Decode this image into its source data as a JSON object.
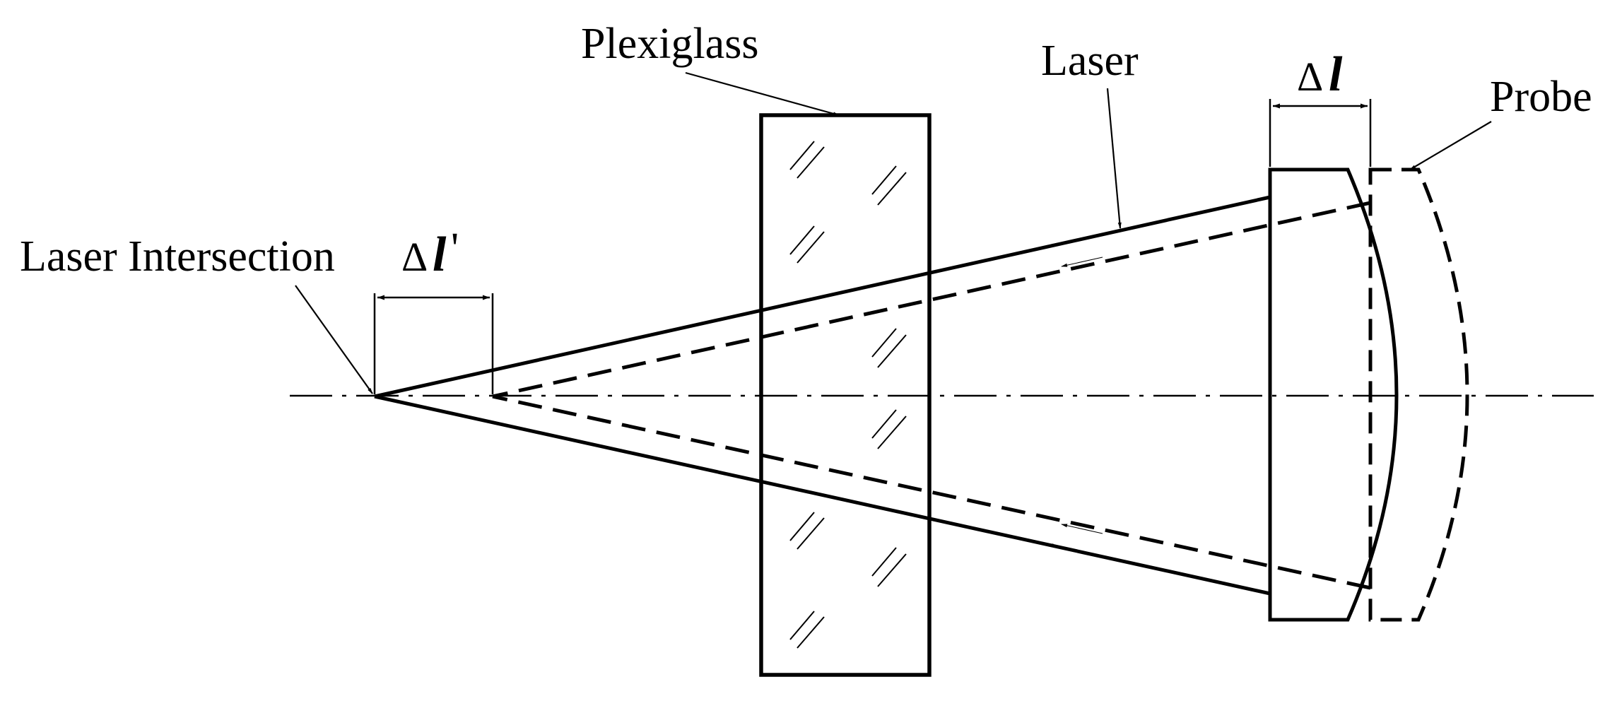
{
  "labels": {
    "plexiglass": "Plexiglass",
    "laser": "Laser",
    "probe": "Probe",
    "laser_intersection": "Laser Intersection"
  },
  "symbols": {
    "delta": "Δ",
    "ell": "l",
    "prime": "'"
  },
  "colors": {
    "ink": "#000000",
    "background": "#ffffff"
  }
}
